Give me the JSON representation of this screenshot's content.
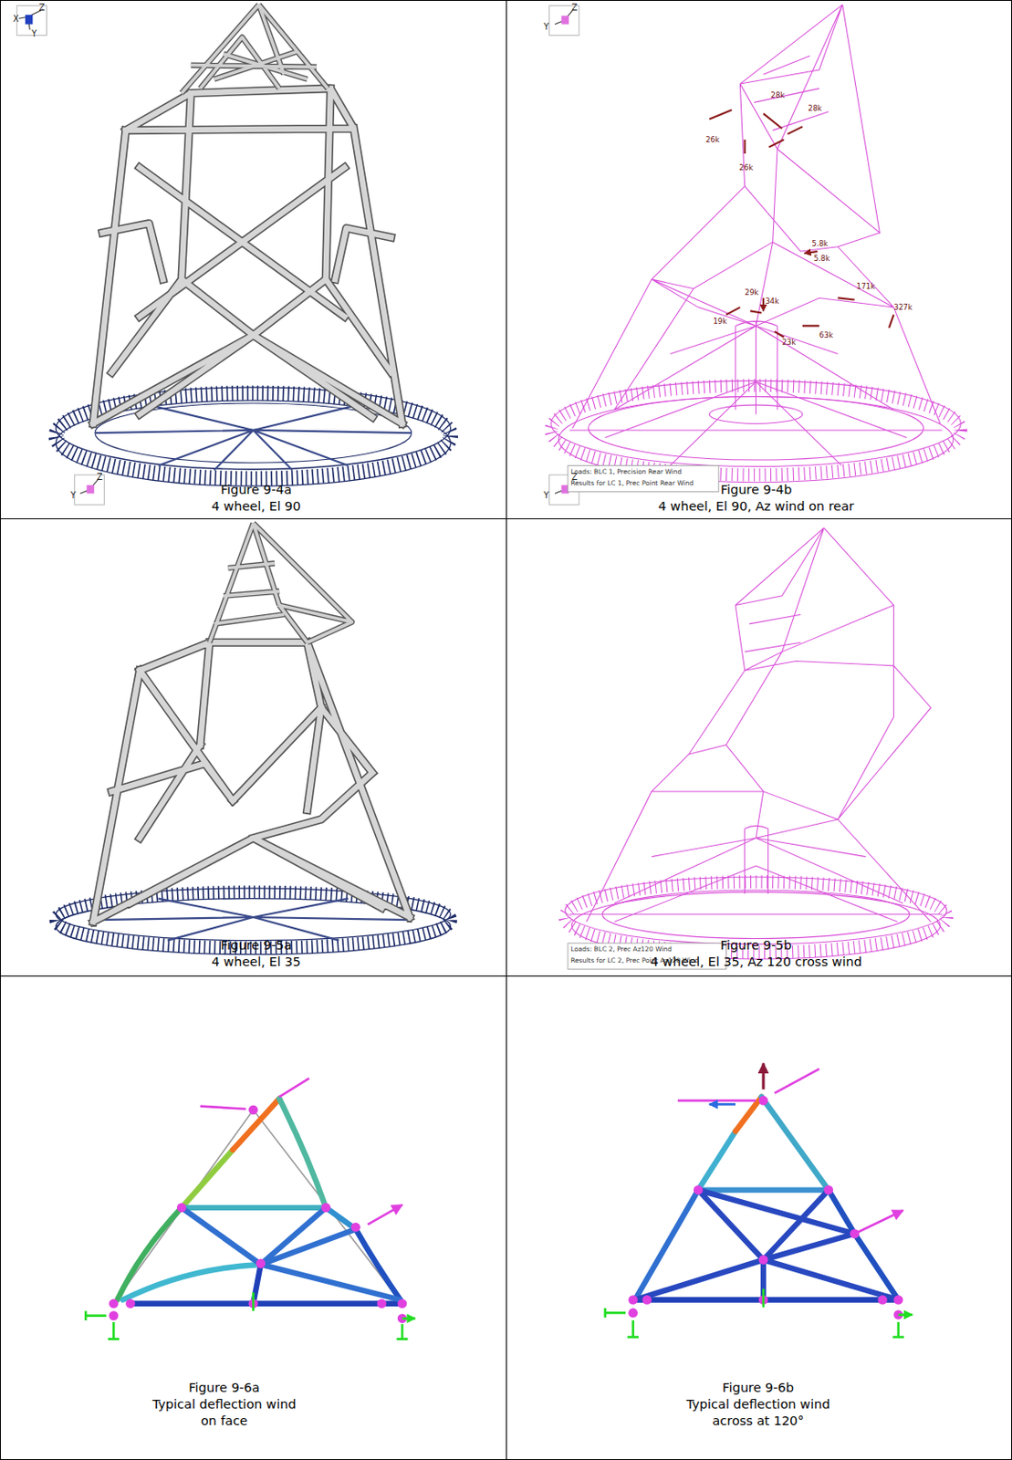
{
  "diagram": {
    "nodes": [
      {
        "text": [
          "Figure 9-4a",
          "4 wheel, El 90"
        ]
      },
      {
        "text": [
          "Figure 9-4b",
          "4 wheel, El 90, Az wind on rear"
        ]
      },
      {
        "text": [
          "Figure 9-5a",
          "4 wheel, El 35"
        ]
      },
      {
        "text": [
          "Figure 9-5b",
          "4 wheel, El 35, Az 120 cross wind"
        ]
      },
      {
        "text": [
          "Figure 9-6a",
          "Typical deflection wind on face"
        ]
      },
      {
        "text": [
          "Figure 9-6b",
          "Typical deflection wind across at 120°"
        ]
      }
    ],
    "labels": [
      "Z",
      "X",
      "Y",
      "Z",
      "Y",
      "28k",
      "26k",
      "28k",
      "26k",
      "5.8k",
      "5.8k",
      "Loads: BLC 1, Precision Rear Wind",
      "Results for LC 1, Prec Point Rear Wind",
      "Z",
      "Y",
      "Z",
      "Y",
      "29k",
      "34k",
      "19k",
      "23k",
      "63k",
      "171k",
      "327k",
      "Loads: BLC 2, Prec Az120 Wind",
      "Results for LC 2, Prec Point Az120 Wind"
    ]
  }
}
